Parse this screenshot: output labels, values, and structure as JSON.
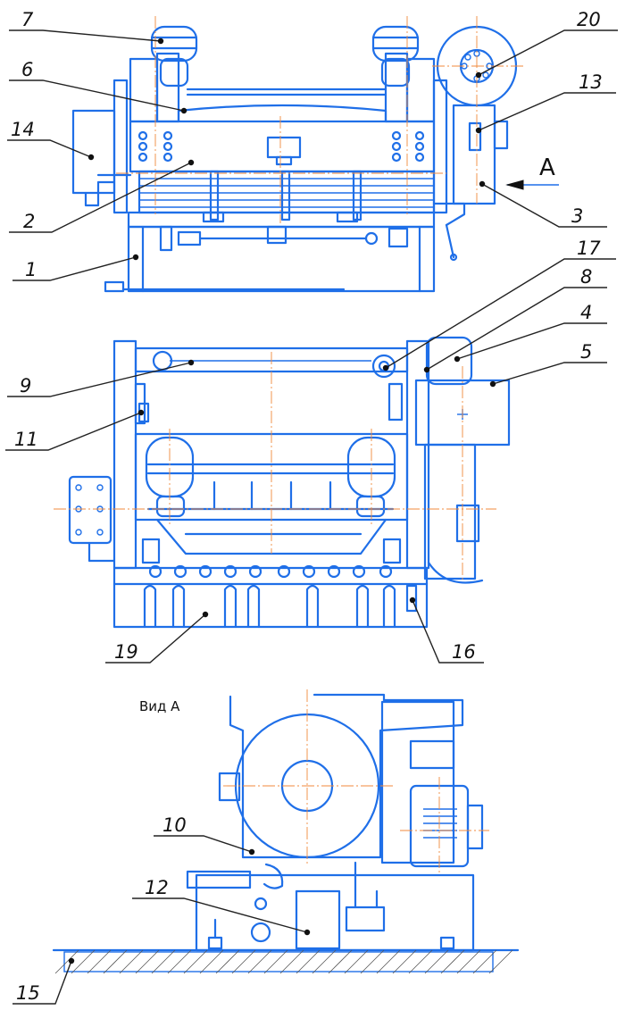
{
  "callouts": {
    "c1": "1",
    "c2": "2",
    "c3": "3",
    "c4": "4",
    "c5": "5",
    "c6": "6",
    "c7": "7",
    "c8": "8",
    "c9": "9",
    "c10": "10",
    "c11": "11",
    "c12": "12",
    "c13": "13",
    "c14": "14",
    "c15": "15",
    "c16": "16",
    "c17": "17",
    "c19": "19",
    "c20": "20"
  },
  "view_letter": "A",
  "section_caption": "Вид А",
  "colors": {
    "outline": "#1f6fe8",
    "centerline": "#f08a3c",
    "leader": "#222222"
  }
}
